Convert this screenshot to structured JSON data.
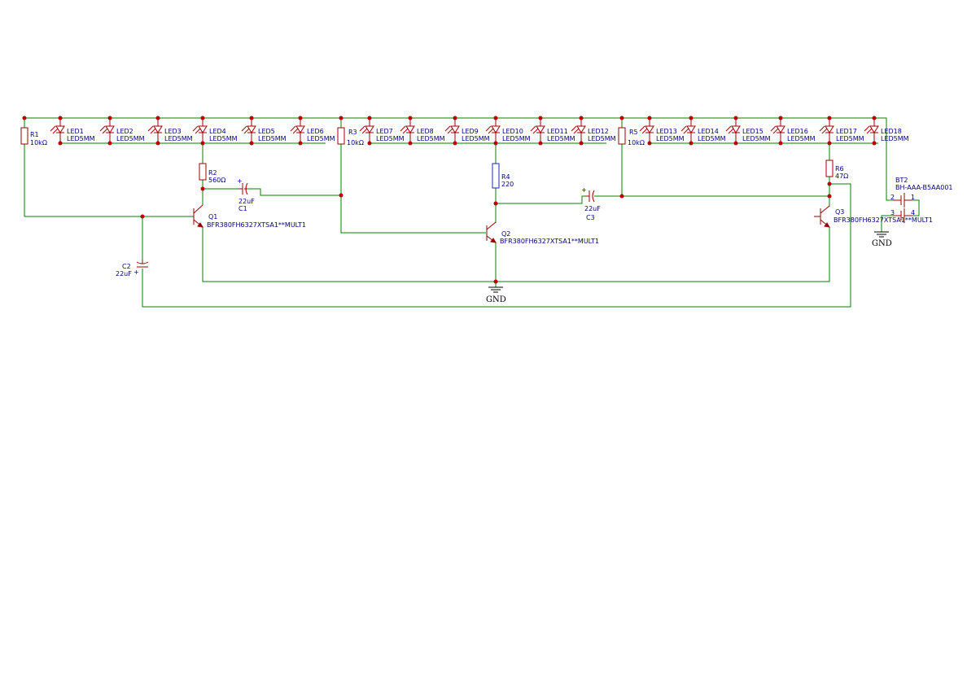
{
  "components": {
    "R1": {
      "ref": "R1",
      "value": "10kΩ"
    },
    "R2": {
      "ref": "R2",
      "value": "560Ω"
    },
    "R3": {
      "ref": "R3",
      "value": "10kΩ"
    },
    "R4": {
      "ref": "R4",
      "value": "220"
    },
    "R5": {
      "ref": "R5",
      "value": "10kΩ"
    },
    "R6": {
      "ref": "R6",
      "value": "47Ω"
    },
    "C1": {
      "ref": "C1",
      "value": "22uF"
    },
    "C2": {
      "ref": "C2",
      "value": "22uF"
    },
    "C3": {
      "ref": "C3",
      "value": "22uF"
    },
    "Q1": {
      "ref": "Q1",
      "value": "BFR380FH6327XTSA1**MULT1"
    },
    "Q2": {
      "ref": "Q2",
      "value": "BFR380FH6327XTSA1**MULT1"
    },
    "Q3": {
      "ref": "Q3",
      "value": "BFR380FH6327XTSA1**MULT1"
    },
    "BT2": {
      "ref": "BT2",
      "value": "BH-AAA-B5AA001",
      "pins": [
        "1",
        "2",
        "3",
        "4"
      ]
    }
  },
  "leds": [
    {
      "ref": "LED1",
      "value": "LED5MM"
    },
    {
      "ref": "LED2",
      "value": "LED5MM"
    },
    {
      "ref": "LED3",
      "value": "LED5MM"
    },
    {
      "ref": "LED4",
      "value": "LED5MM"
    },
    {
      "ref": "LED5",
      "value": "LED5MM"
    },
    {
      "ref": "LED6",
      "value": "LED5MM"
    },
    {
      "ref": "LED7",
      "value": "LED5MM"
    },
    {
      "ref": "LED8",
      "value": "LED5MM"
    },
    {
      "ref": "LED9",
      "value": "LED5MM"
    },
    {
      "ref": "LED10",
      "value": "LED5MM"
    },
    {
      "ref": "LED11",
      "value": "LED5MM"
    },
    {
      "ref": "LED12",
      "value": "LED5MM"
    },
    {
      "ref": "LED13",
      "value": "LED5MM"
    },
    {
      "ref": "LED14",
      "value": "LED5MM"
    },
    {
      "ref": "LED15",
      "value": "LED5MM"
    },
    {
      "ref": "LED16",
      "value": "LED5MM"
    },
    {
      "ref": "LED17",
      "value": "LED5MM"
    },
    {
      "ref": "LED18",
      "value": "LED5MM"
    }
  ],
  "nets": {
    "gnd_main": "GND",
    "gnd_battery": "GND"
  }
}
